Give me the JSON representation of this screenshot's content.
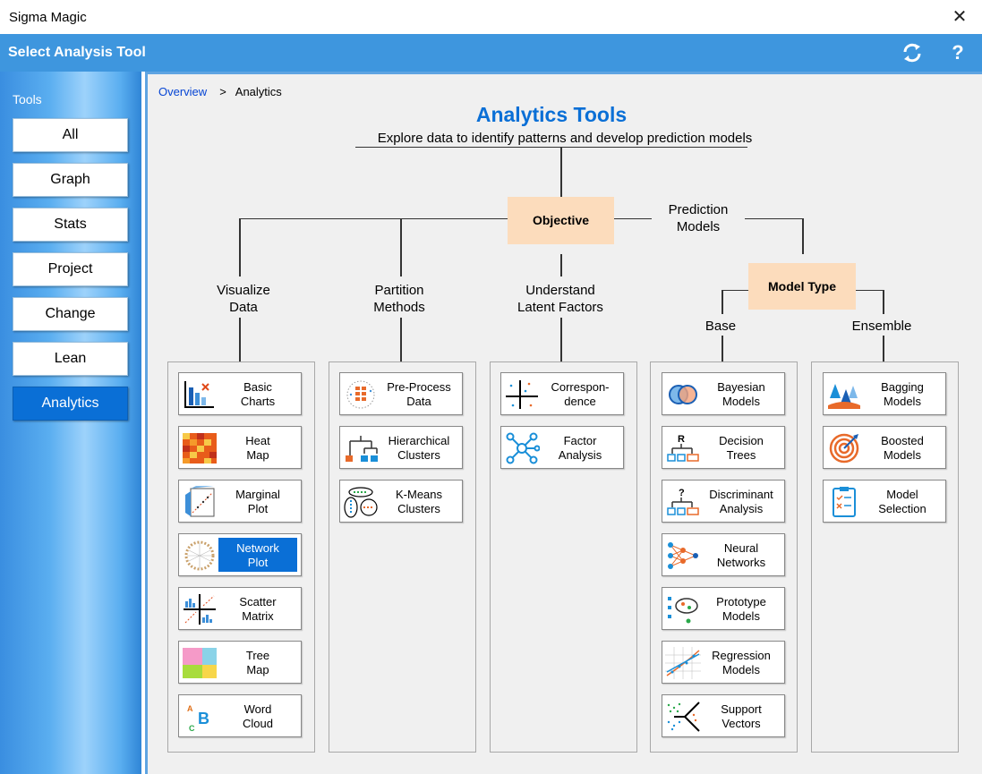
{
  "window": {
    "title": "Sigma Magic",
    "close_glyph": "✕"
  },
  "header": {
    "title": "Select Analysis Tool",
    "help_glyph": "?"
  },
  "sidebar": {
    "label": "Tools",
    "items": [
      {
        "label": "All"
      },
      {
        "label": "Graph"
      },
      {
        "label": "Stats"
      },
      {
        "label": "Project"
      },
      {
        "label": "Change"
      },
      {
        "label": "Lean"
      },
      {
        "label": "Analytics",
        "active": true
      }
    ]
  },
  "breadcrumb": {
    "root": "Overview",
    "separator": ">",
    "current": "Analytics"
  },
  "main": {
    "title": "Analytics Tools",
    "subtitle": "Explore data to identify patterns and develop prediction models",
    "objective": "Objective",
    "model_type": "Model Type",
    "prediction_label": [
      "Prediction",
      "Models"
    ],
    "branches": {
      "visualize": [
        "Visualize",
        "Data"
      ],
      "partition": [
        "Partition",
        "Methods"
      ],
      "latent": [
        "Understand",
        "Latent Factors"
      ],
      "base": "Base",
      "ensemble": "Ensemble"
    }
  },
  "panels": {
    "visualize": [
      {
        "icon": "basic-charts-icon",
        "lines": [
          "Basic",
          "Charts"
        ]
      },
      {
        "icon": "heat-map-icon",
        "lines": [
          "Heat",
          "Map"
        ]
      },
      {
        "icon": "marginal-plot-icon",
        "lines": [
          "Marginal",
          "Plot"
        ]
      },
      {
        "icon": "network-plot-icon",
        "lines": [
          "Network",
          "Plot"
        ],
        "selected": true
      },
      {
        "icon": "scatter-matrix-icon",
        "lines": [
          "Scatter",
          "Matrix"
        ]
      },
      {
        "icon": "tree-map-icon",
        "lines": [
          "Tree",
          "Map"
        ]
      },
      {
        "icon": "word-cloud-icon",
        "lines": [
          "Word",
          "Cloud"
        ]
      }
    ],
    "partition": [
      {
        "icon": "pre-process-icon",
        "lines": [
          "Pre-Process",
          "Data"
        ]
      },
      {
        "icon": "hierarchical-clusters-icon",
        "lines": [
          "Hierarchical",
          "Clusters"
        ]
      },
      {
        "icon": "k-means-icon",
        "lines": [
          "K-Means",
          "Clusters"
        ]
      }
    ],
    "latent": [
      {
        "icon": "correspondence-icon",
        "lines": [
          "Correspon-",
          "dence"
        ]
      },
      {
        "icon": "factor-analysis-icon",
        "lines": [
          "Factor",
          "Analysis"
        ]
      }
    ],
    "base": [
      {
        "icon": "bayesian-icon",
        "lines": [
          "Bayesian",
          "Models"
        ]
      },
      {
        "icon": "decision-trees-icon",
        "lines": [
          "Decision",
          "Trees"
        ]
      },
      {
        "icon": "discriminant-icon",
        "lines": [
          "Discriminant",
          "Analysis"
        ]
      },
      {
        "icon": "neural-networks-icon",
        "lines": [
          "Neural",
          "Networks"
        ]
      },
      {
        "icon": "prototype-icon",
        "lines": [
          "Prototype",
          "Models"
        ]
      },
      {
        "icon": "regression-icon",
        "lines": [
          "Regression",
          "Models"
        ]
      },
      {
        "icon": "support-vectors-icon",
        "lines": [
          "Support",
          "Vectors"
        ]
      }
    ],
    "ensemble": [
      {
        "icon": "bagging-icon",
        "lines": [
          "Bagging",
          "Models"
        ]
      },
      {
        "icon": "boosted-icon",
        "lines": [
          "Boosted",
          "Models"
        ]
      },
      {
        "icon": "model-selection-icon",
        "lines": [
          "Model",
          "Selection"
        ]
      }
    ]
  },
  "colors": {
    "accent": "#0a6fd6",
    "header": "#3e96de",
    "box": "#fcdcbc"
  }
}
